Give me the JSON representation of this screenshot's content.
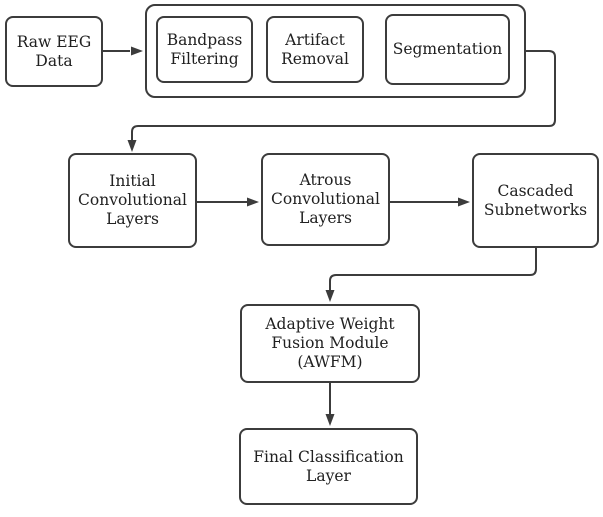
{
  "diagram": {
    "description": "EEG classification pipeline flowchart",
    "colors": {
      "background": "#ffffff",
      "stroke": "#3c3c3c",
      "text": "#212121",
      "node_fill": "#ffffff"
    },
    "nodes": {
      "raw_eeg": {
        "label": "Raw EEG\nData"
      },
      "bandpass": {
        "label": "Bandpass\nFiltering"
      },
      "artifact": {
        "label": "Artifact\nRemoval"
      },
      "segmentation": {
        "label": "Segmentation"
      },
      "initial_conv": {
        "label": "Initial\nConvolutional\nLayers"
      },
      "atrous_conv": {
        "label": "Atrous\nConvolutional\nLayers"
      },
      "cascaded": {
        "label": "Cascaded\nSubnetworks"
      },
      "awfm": {
        "label": "Adaptive Weight\nFusion Module\n(AWFM)"
      },
      "final": {
        "label": "Final Classification\nLayer"
      }
    },
    "groups": {
      "preprocessing": {
        "members": [
          "bandpass",
          "artifact",
          "segmentation"
        ]
      }
    },
    "edges": [
      {
        "from": "raw_eeg",
        "to": "preprocessing-group"
      },
      {
        "from": "preprocessing-group",
        "to": "initial_conv"
      },
      {
        "from": "initial_conv",
        "to": "atrous_conv"
      },
      {
        "from": "atrous_conv",
        "to": "cascaded"
      },
      {
        "from": "cascaded",
        "to": "awfm"
      },
      {
        "from": "awfm",
        "to": "final"
      }
    ]
  }
}
